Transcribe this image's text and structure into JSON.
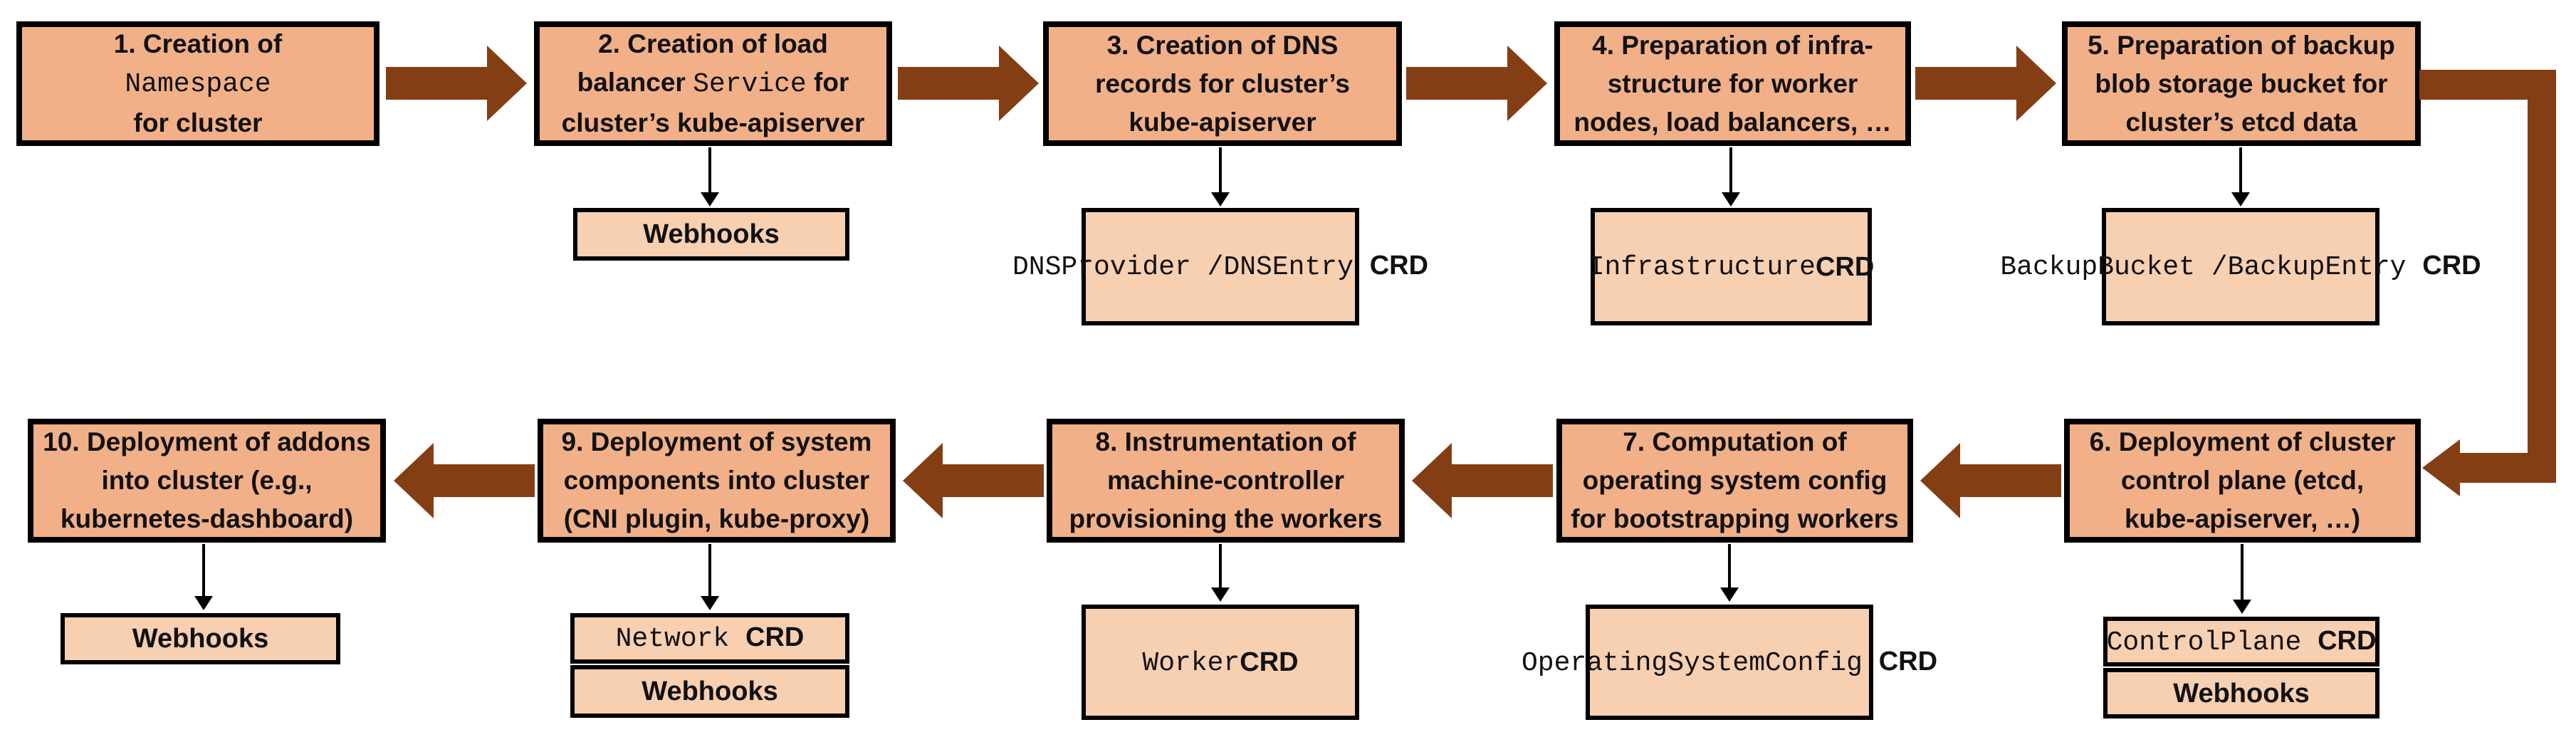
{
  "colors": {
    "box_fill": "#f2b088",
    "sub_fill": "#f7cfb1",
    "border": "#000000",
    "arrow": "#843e14",
    "background": "#ffffff"
  },
  "steps": [
    {
      "title_lines": [
        [
          {
            "t": "1. Creation of"
          }
        ],
        [
          {
            "t": "Namespace",
            "m": true
          }
        ],
        [
          {
            "t": "for cluster"
          }
        ]
      ]
    },
    {
      "title_lines": [
        [
          {
            "t": "2. Creation of load"
          }
        ],
        [
          {
            "t": "balancer "
          },
          {
            "t": "Service",
            "m": true
          },
          {
            "t": " for"
          }
        ],
        [
          {
            "t": "cluster’s kube-apiserver"
          }
        ]
      ]
    },
    {
      "title_lines": [
        [
          {
            "t": "3. Creation of DNS"
          }
        ],
        [
          {
            "t": "records for cluster’s"
          }
        ],
        [
          {
            "t": "kube-apiserver"
          }
        ]
      ]
    },
    {
      "title_lines": [
        [
          {
            "t": "4. Preparation of infra-"
          }
        ],
        [
          {
            "t": "structure for worker"
          }
        ],
        [
          {
            "t": "nodes, load balancers, …"
          }
        ]
      ]
    },
    {
      "title_lines": [
        [
          {
            "t": "5. Preparation of backup"
          }
        ],
        [
          {
            "t": "blob storage bucket for"
          }
        ],
        [
          {
            "t": "cluster’s etcd data"
          }
        ]
      ]
    },
    {
      "title_lines": [
        [
          {
            "t": "6. Deployment of cluster"
          }
        ],
        [
          {
            "t": "control plane (etcd,"
          }
        ],
        [
          {
            "t": "kube-apiserver, …)"
          }
        ]
      ]
    },
    {
      "title_lines": [
        [
          {
            "t": "7. Computation of"
          }
        ],
        [
          {
            "t": "operating system config"
          }
        ],
        [
          {
            "t": "for bootstrapping workers"
          }
        ]
      ]
    },
    {
      "title_lines": [
        [
          {
            "t": "8. Instrumentation of"
          }
        ],
        [
          {
            "t": "machine-controller"
          }
        ],
        [
          {
            "t": "provisioning the workers"
          }
        ]
      ]
    },
    {
      "title_lines": [
        [
          {
            "t": "9. Deployment of system"
          }
        ],
        [
          {
            "t": "components into cluster"
          }
        ],
        [
          {
            "t": "(CNI plugin, kube-proxy)"
          }
        ]
      ]
    },
    {
      "title_lines": [
        [
          {
            "t": "10. Deployment of addons"
          }
        ],
        [
          {
            "t": "into cluster (e.g.,"
          }
        ],
        [
          {
            "t": "kubernetes-dashboard)"
          }
        ]
      ]
    }
  ],
  "subs": {
    "webhooks_step2": {
      "lines": [
        [
          {
            "t": "Webhooks"
          }
        ]
      ]
    },
    "dns_crd": {
      "lines": [
        [
          {
            "t": "DNSProvider /",
            "m": true
          }
        ],
        [
          {
            "t": "DNSEntry ",
            "m": true
          },
          {
            "t": "CRD",
            "b": true
          }
        ]
      ]
    },
    "infrastructure_crd": {
      "lines": [
        [
          {
            "t": "Infrastructure",
            "m": true
          }
        ],
        [
          {
            "t": "CRD",
            "b": true
          }
        ]
      ]
    },
    "backup_crd": {
      "lines": [
        [
          {
            "t": "BackupBucket /",
            "m": true
          }
        ],
        [
          {
            "t": "BackupEntry ",
            "m": true
          },
          {
            "t": "CRD",
            "b": true
          }
        ]
      ]
    },
    "controlplane_crd": {
      "lines": [
        [
          {
            "t": "ControlPlane ",
            "m": true
          },
          {
            "t": "CRD",
            "b": true
          }
        ]
      ]
    },
    "webhooks_step6": {
      "lines": [
        [
          {
            "t": "Webhooks"
          }
        ]
      ]
    },
    "osconfig_crd": {
      "lines": [
        [
          {
            "t": "OperatingSystem",
            "m": true
          }
        ],
        [
          {
            "t": "Config ",
            "m": true
          },
          {
            "t": "CRD",
            "b": true
          }
        ]
      ]
    },
    "worker_crd": {
      "lines": [
        [
          {
            "t": "Worker",
            "m": true
          }
        ],
        [
          {
            "t": "CRD",
            "b": true
          }
        ]
      ]
    },
    "network_crd": {
      "lines": [
        [
          {
            "t": "Network ",
            "m": true
          },
          {
            "t": "CRD",
            "b": true
          }
        ]
      ]
    },
    "webhooks_step9": {
      "lines": [
        [
          {
            "t": "Webhooks"
          }
        ]
      ]
    },
    "webhooks_step10": {
      "lines": [
        [
          {
            "t": "Webhooks"
          }
        ]
      ]
    }
  }
}
